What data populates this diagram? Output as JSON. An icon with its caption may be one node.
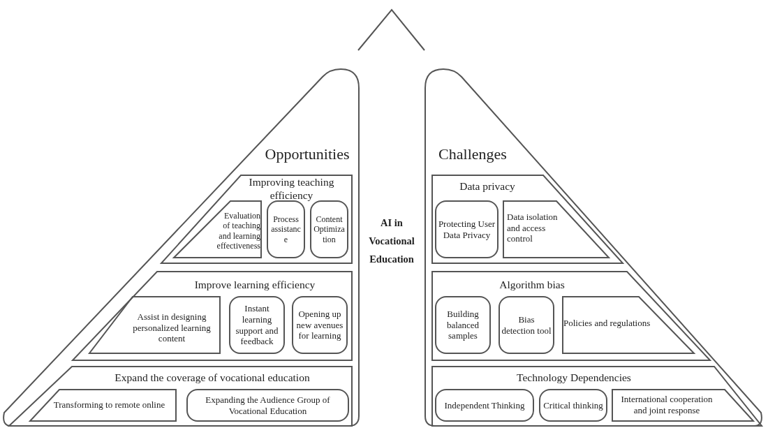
{
  "diagram": {
    "nodes": [
      {
        "text": [
          "Opportunities"
        ]
      },
      {
        "text": [
          "Improving teaching efficiency"
        ],
        "in": 0
      },
      {
        "text": [
          "Evaluation of teaching and learning effectiveness"
        ],
        "in": 1
      },
      {
        "text": [
          "Process assistance"
        ],
        "in": 1
      },
      {
        "text": [
          "Content Optimization"
        ],
        "in": 1
      },
      {
        "text": [
          "Improve learning efficiency"
        ],
        "in": 0
      },
      {
        "text": [
          "Assist in designing personalized learning content"
        ],
        "in": 5
      },
      {
        "text": [
          "Instant learning support and feedback"
        ],
        "in": 5
      },
      {
        "text": [
          "Opening up new avenues for learning"
        ],
        "in": 5
      },
      {
        "text": [
          "Expand the coverage of vocational education"
        ],
        "in": 0
      },
      {
        "text": [
          "Transforming to remote online"
        ],
        "in": 9
      },
      {
        "text": [
          "Expanding the Audience Group of Vocational Education"
        ],
        "in": 9
      },
      {
        "text": [
          "Challenges"
        ]
      },
      {
        "text": [
          "Data privacy"
        ],
        "in": 12
      },
      {
        "text": [
          "Protecting User Data Privacy"
        ],
        "in": 13
      },
      {
        "text": [
          "Data isolation and access control"
        ],
        "in": 13
      },
      {
        "text": [
          "Algorithm bias"
        ],
        "in": 12
      },
      {
        "text": [
          "Building balanced samples"
        ],
        "in": 16
      },
      {
        "text": [
          "Bias detection tool"
        ],
        "in": 16
      },
      {
        "text": [
          "Policies and regulations"
        ],
        "in": 16
      },
      {
        "text": [
          "Technology Dependencies"
        ],
        "in": 12
      },
      {
        "text": [
          "Independent Thinking"
        ],
        "in": 20
      },
      {
        "text": [
          "Critical thinking"
        ],
        "in": 20
      },
      {
        "text": [
          "International cooperation and joint response"
        ],
        "in": 20
      }
    ],
    "labels": [
      "AI in Vocational Education"
    ]
  }
}
